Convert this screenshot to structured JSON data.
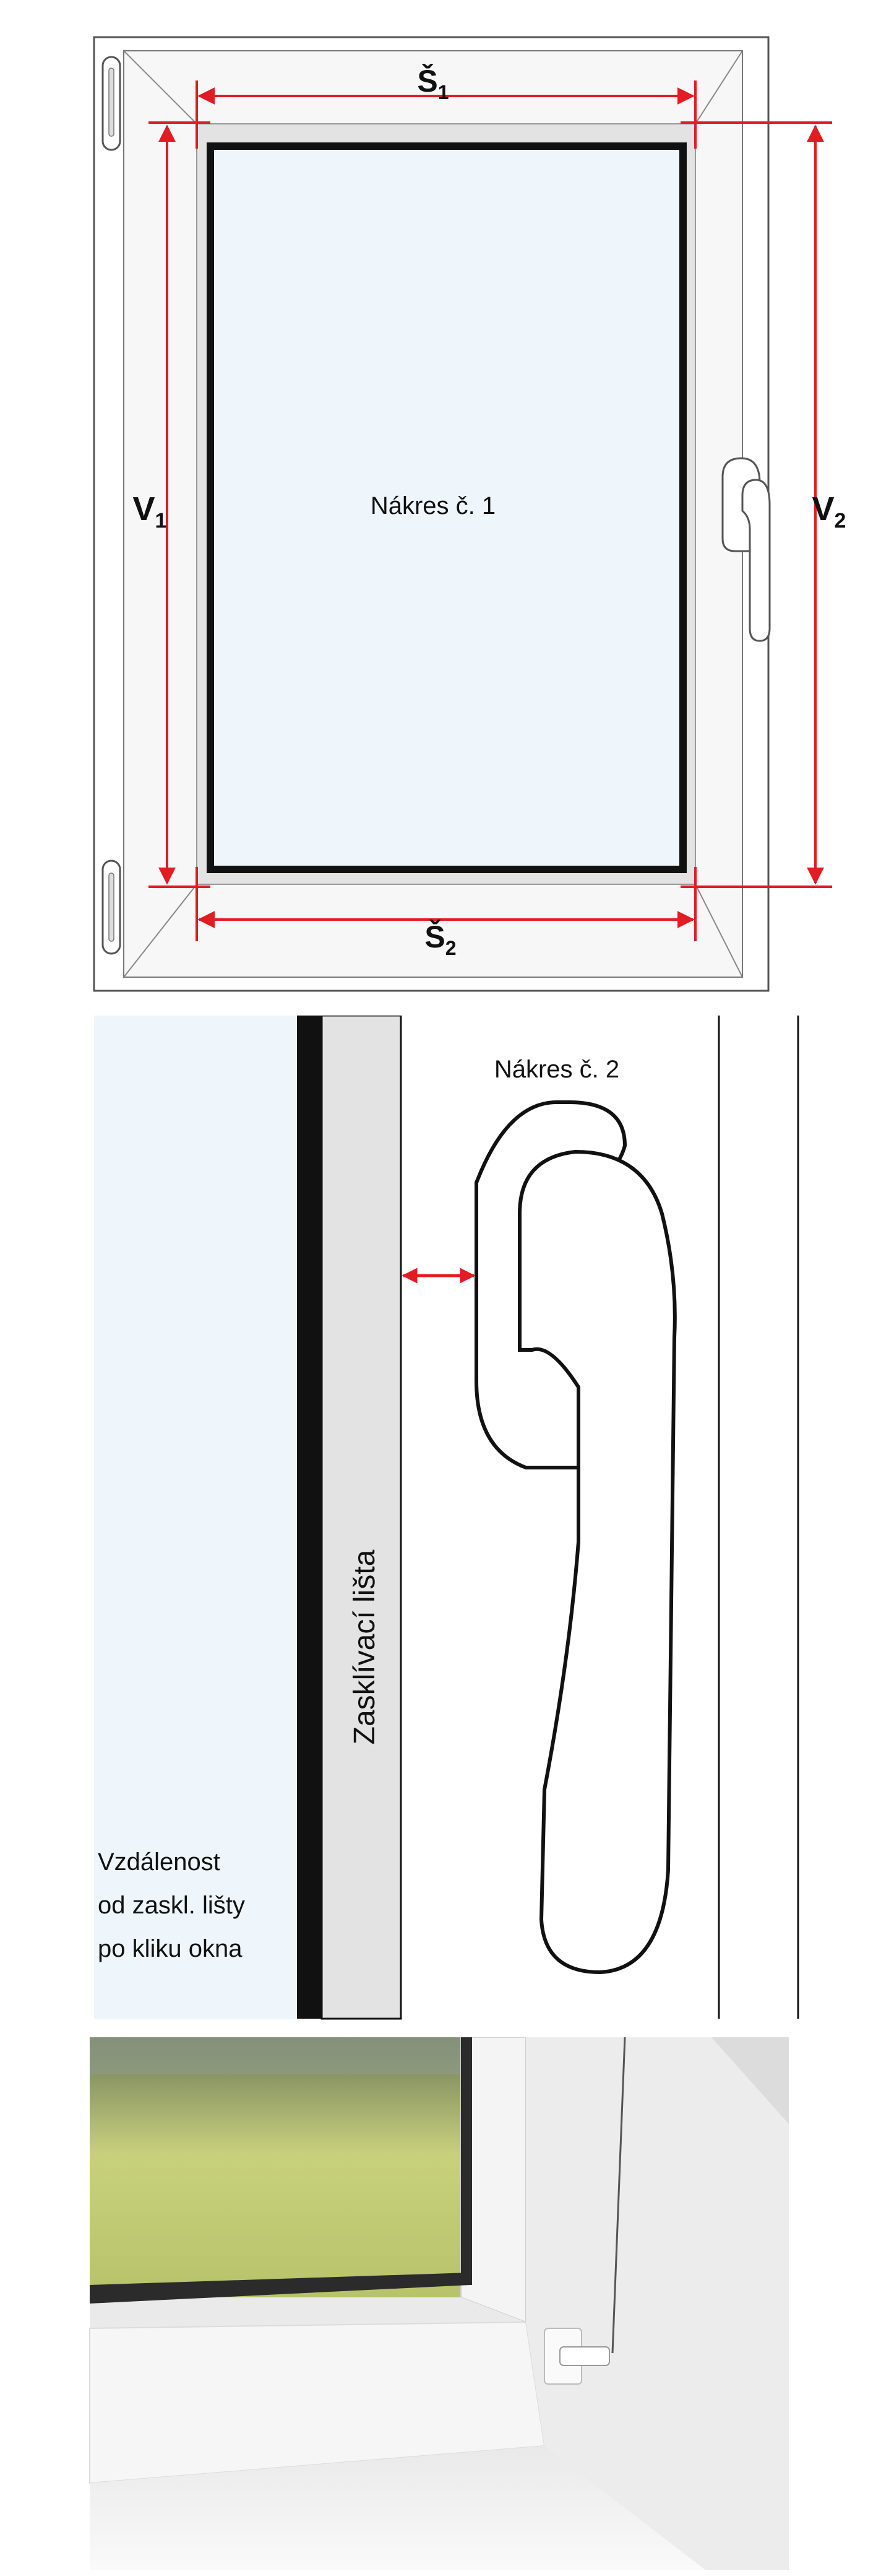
{
  "drawing1": {
    "caption": "Nákres č. 1",
    "width_top": {
      "main": "Š",
      "sub": "1"
    },
    "width_bottom": {
      "main": "Š",
      "sub": "2"
    },
    "height_left": {
      "main": "V",
      "sub": "1"
    },
    "height_right": {
      "main": "V",
      "sub": "2"
    }
  },
  "drawing2": {
    "caption": "Nákres č. 2",
    "bead_label": "Zasklívací lišta",
    "note_lines": [
      "Vzdálenost",
      "od zaskl. lišty",
      "po kliku okna"
    ]
  },
  "colors": {
    "dimension_red": "#e31b23",
    "glass": "#eef6fb",
    "frame_gray": "#e3e3e3",
    "outline": "#111111"
  }
}
